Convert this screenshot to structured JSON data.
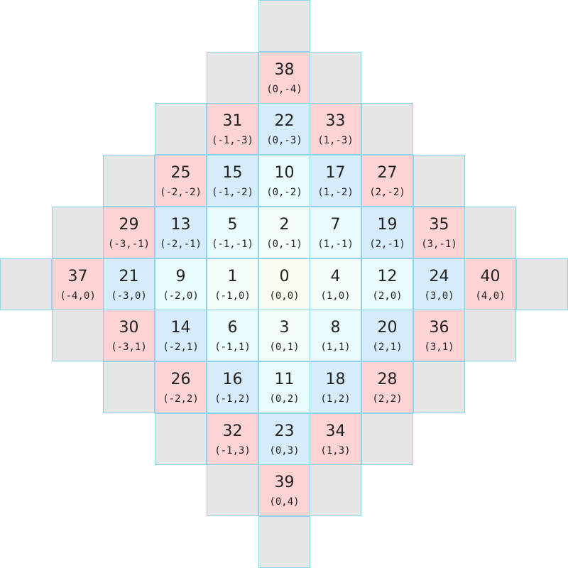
{
  "colors": {
    "empty": "#e6e6e6",
    "ring4_pink": "#fdd3d3",
    "ring3_blue": "#d6ecfa",
    "ring2_cyan": "#e9fbfd",
    "ring1_pale": "#f4fdf8",
    "origin": "#fcfdf0",
    "border": "#8fd3ea"
  },
  "cells": [
    {
      "q": 0,
      "r": -5,
      "kind": "empty"
    },
    {
      "q": -1,
      "r": -4,
      "kind": "empty"
    },
    {
      "q": 1,
      "r": -4,
      "kind": "empty"
    },
    {
      "q": -2,
      "r": -3,
      "kind": "empty"
    },
    {
      "q": 2,
      "r": -3,
      "kind": "empty"
    },
    {
      "q": -3,
      "r": -2,
      "kind": "empty"
    },
    {
      "q": 3,
      "r": -2,
      "kind": "empty"
    },
    {
      "q": -4,
      "r": -1,
      "kind": "empty"
    },
    {
      "q": 4,
      "r": -1,
      "kind": "empty"
    },
    {
      "q": -5,
      "r": 0,
      "kind": "empty"
    },
    {
      "q": 5,
      "r": 0,
      "kind": "empty"
    },
    {
      "q": -4,
      "r": 1,
      "kind": "empty"
    },
    {
      "q": 4,
      "r": 1,
      "kind": "empty"
    },
    {
      "q": -3,
      "r": 2,
      "kind": "empty"
    },
    {
      "q": 3,
      "r": 2,
      "kind": "empty"
    },
    {
      "q": -2,
      "r": 3,
      "kind": "empty"
    },
    {
      "q": 2,
      "r": 3,
      "kind": "empty"
    },
    {
      "q": -1,
      "r": 4,
      "kind": "empty"
    },
    {
      "q": 1,
      "r": 4,
      "kind": "empty"
    },
    {
      "q": 0,
      "r": 5,
      "kind": "empty"
    },
    {
      "q": 0,
      "r": -4,
      "kind": "pink",
      "n": "38",
      "c": "(0,-4)"
    },
    {
      "q": -1,
      "r": -3,
      "kind": "pink",
      "n": "31",
      "c": "(-1,-3)"
    },
    {
      "q": 1,
      "r": -3,
      "kind": "pink",
      "n": "33",
      "c": "(1,-3)"
    },
    {
      "q": -2,
      "r": -2,
      "kind": "pink",
      "n": "25",
      "c": "(-2,-2)"
    },
    {
      "q": 2,
      "r": -2,
      "kind": "pink",
      "n": "27",
      "c": "(2,-2)"
    },
    {
      "q": -3,
      "r": -1,
      "kind": "pink",
      "n": "29",
      "c": "(-3,-1)"
    },
    {
      "q": 3,
      "r": -1,
      "kind": "pink",
      "n": "35",
      "c": "(3,-1)"
    },
    {
      "q": -4,
      "r": 0,
      "kind": "pink",
      "n": "37",
      "c": "(-4,0)"
    },
    {
      "q": 4,
      "r": 0,
      "kind": "pink",
      "n": "40",
      "c": "(4,0)"
    },
    {
      "q": -3,
      "r": 1,
      "kind": "pink",
      "n": "30",
      "c": "(-3,1)"
    },
    {
      "q": 3,
      "r": 1,
      "kind": "pink",
      "n": "36",
      "c": "(3,1)"
    },
    {
      "q": -2,
      "r": 2,
      "kind": "pink",
      "n": "26",
      "c": "(-2,2)"
    },
    {
      "q": 2,
      "r": 2,
      "kind": "pink",
      "n": "28",
      "c": "(2,2)"
    },
    {
      "q": -1,
      "r": 3,
      "kind": "pink",
      "n": "32",
      "c": "(-1,3)"
    },
    {
      "q": 1,
      "r": 3,
      "kind": "pink",
      "n": "34",
      "c": "(1,3)"
    },
    {
      "q": 0,
      "r": 4,
      "kind": "pink",
      "n": "39",
      "c": "(0,4)"
    },
    {
      "q": 0,
      "r": -3,
      "kind": "blue",
      "n": "22",
      "c": "(0,-3)"
    },
    {
      "q": -1,
      "r": -2,
      "kind": "blue",
      "n": "15",
      "c": "(-1,-2)"
    },
    {
      "q": 1,
      "r": -2,
      "kind": "blue",
      "n": "17",
      "c": "(1,-2)"
    },
    {
      "q": -2,
      "r": -1,
      "kind": "blue",
      "n": "13",
      "c": "(-2,-1)"
    },
    {
      "q": 2,
      "r": -1,
      "kind": "blue",
      "n": "19",
      "c": "(2,-1)"
    },
    {
      "q": -3,
      "r": 0,
      "kind": "blue",
      "n": "21",
      "c": "(-3,0)"
    },
    {
      "q": 3,
      "r": 0,
      "kind": "blue",
      "n": "24",
      "c": "(3,0)"
    },
    {
      "q": -2,
      "r": 1,
      "kind": "blue",
      "n": "14",
      "c": "(-2,1)"
    },
    {
      "q": 2,
      "r": 1,
      "kind": "blue",
      "n": "20",
      "c": "(2,1)"
    },
    {
      "q": -1,
      "r": 2,
      "kind": "blue",
      "n": "16",
      "c": "(-1,2)"
    },
    {
      "q": 1,
      "r": 2,
      "kind": "blue",
      "n": "18",
      "c": "(1,2)"
    },
    {
      "q": 0,
      "r": 3,
      "kind": "blue",
      "n": "23",
      "c": "(0,3)"
    },
    {
      "q": 0,
      "r": -2,
      "kind": "cyan",
      "n": "10",
      "c": "(0,-2)"
    },
    {
      "q": -1,
      "r": -1,
      "kind": "cyan",
      "n": "5",
      "c": "(-1,-1)"
    },
    {
      "q": 1,
      "r": -1,
      "kind": "cyan",
      "n": "7",
      "c": "(1,-1)"
    },
    {
      "q": -2,
      "r": 0,
      "kind": "cyan",
      "n": "9",
      "c": "(-2,0)"
    },
    {
      "q": 2,
      "r": 0,
      "kind": "cyan",
      "n": "12",
      "c": "(2,0)"
    },
    {
      "q": -1,
      "r": 1,
      "kind": "cyan",
      "n": "6",
      "c": "(-1,1)"
    },
    {
      "q": 1,
      "r": 1,
      "kind": "cyan",
      "n": "8",
      "c": "(1,1)"
    },
    {
      "q": 0,
      "r": 2,
      "kind": "cyan",
      "n": "11",
      "c": "(0,2)"
    },
    {
      "q": 0,
      "r": -1,
      "kind": "pale",
      "n": "2",
      "c": "(0,-1)"
    },
    {
      "q": -1,
      "r": 0,
      "kind": "pale",
      "n": "1",
      "c": "(-1,0)"
    },
    {
      "q": 1,
      "r": 0,
      "kind": "pale",
      "n": "4",
      "c": "(1,0)"
    },
    {
      "q": 0,
      "r": 1,
      "kind": "pale",
      "n": "3",
      "c": "(0,1)"
    },
    {
      "q": 0,
      "r": 0,
      "kind": "origin",
      "n": "0",
      "c": "(0,0)"
    }
  ]
}
